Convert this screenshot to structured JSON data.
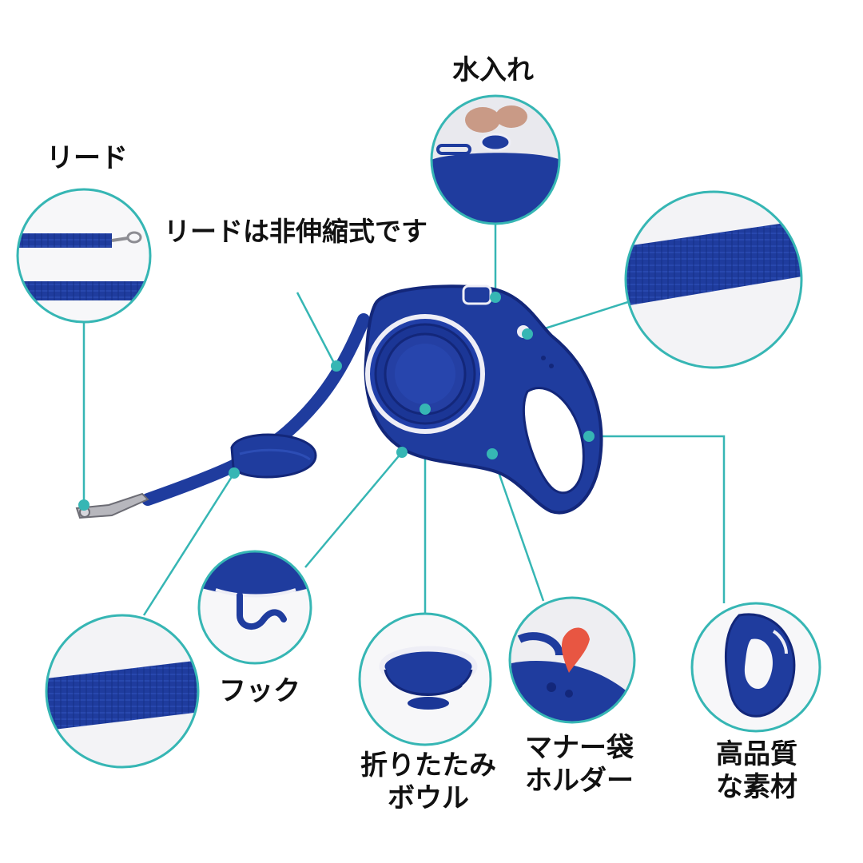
{
  "colors": {
    "accent": "#36b6b4",
    "product_blue": "#1f3c9e",
    "product_blue_dark": "#13277a",
    "bowl_rim": "#eeeef6",
    "background": "#ffffff"
  },
  "labels": {
    "lead": "リード",
    "non_retractable": "リードは非伸縮式です",
    "water": "水入れ",
    "hook": "フック",
    "bowl": "折りたたみ\nボウル",
    "bag_holder": "マナー袋\nホルダー",
    "material": "高品質\nな素材"
  },
  "detail_circles": [
    {
      "name": "lead-detail-circle",
      "subject": "leash strap and clip"
    },
    {
      "name": "water-detail-circle",
      "subject": "water container cap"
    },
    {
      "name": "strap-texture-circle",
      "subject": "woven strap texture"
    },
    {
      "name": "hook-detail-circle",
      "subject": "hook"
    },
    {
      "name": "strap-closeup-circle",
      "subject": "strap close-up"
    },
    {
      "name": "bowl-detail-circle",
      "subject": "folding bowl"
    },
    {
      "name": "bag-holder-detail-circle",
      "subject": "waste bag holder"
    },
    {
      "name": "handle-detail-circle",
      "subject": "handle material"
    }
  ]
}
